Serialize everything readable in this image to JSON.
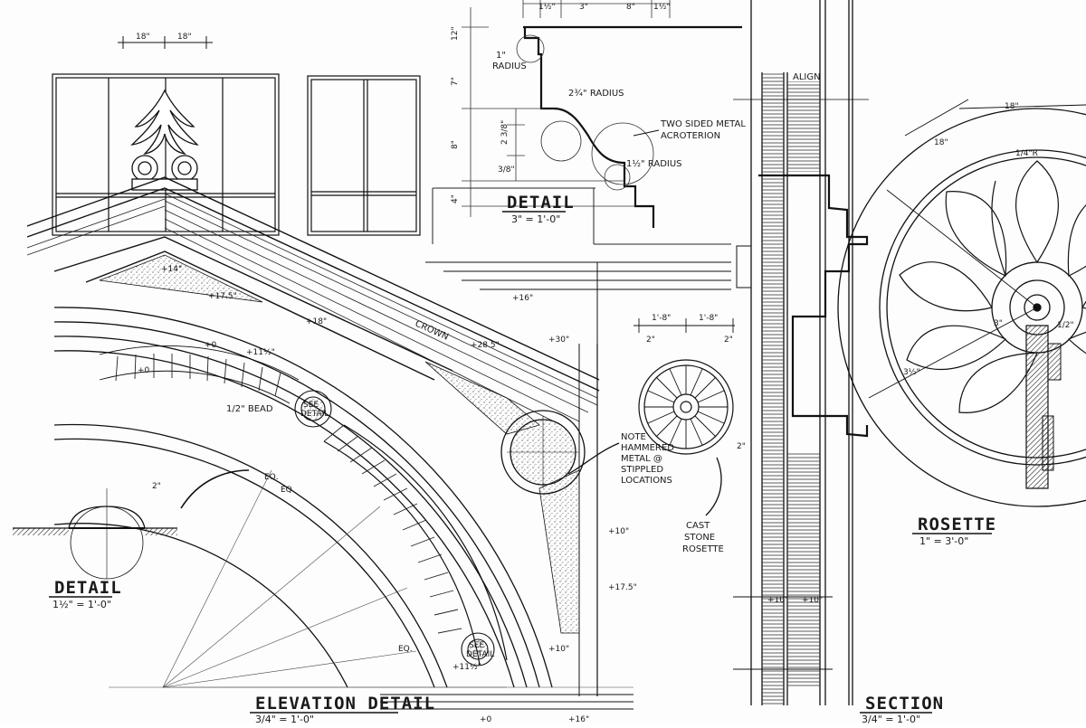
{
  "titles": {
    "detail_top": "DETAIL",
    "detail_top_scale": "3\" = 1'-0\"",
    "detail_left": "DETAIL",
    "detail_left_scale": "1½\" = 1'-0\"",
    "elevation": "ELEVATION DETAIL",
    "elevation_scale": "3/4\" = 1'-0\"",
    "section": "SECTION",
    "section_scale": "3/4\" = 1'-0\"",
    "rosette": "ROSETTE",
    "rosette_scale": "1\" = 3'-0\""
  },
  "notes": {
    "acroterion_1": "TWO SIDED METAL",
    "acroterion_2": "ACROTERION",
    "radius_top": "2¾\" RADIUS",
    "radius_bottom": "1½\" RADIUS",
    "radius_small_1": "1\"",
    "radius_small_2": "RADIUS",
    "hammered_1": "NOTE",
    "hammered_2": "HAMMERED",
    "hammered_3": "METAL @",
    "hammered_4": "STIPPLED",
    "hammered_5": "LOCATIONS",
    "cast_1": "CAST",
    "cast_2": "STONE",
    "cast_3": "ROSETTE",
    "crown": "CROWN",
    "align": "ALIGN",
    "bead": "1/2\" BEAD",
    "see_detail_1": "SEE",
    "see_detail_2": "DETAIL",
    "eq": "EQ."
  },
  "dimensions": {
    "d_18a": "18\"",
    "d_18b": "18\"",
    "d_1_5a": "1½\"",
    "d_3": "3\"",
    "d_8": "8\"",
    "d_1_5b": "1½\"",
    "d_12": "12\"",
    "d_7": "7\"",
    "d_8v": "8\"",
    "d_4": "4\"",
    "d_1_5c": "1½\"",
    "d_2_3_8": "2 3/8\"",
    "d_3_8": "3/8\"",
    "d_1_8": "1'-8\"",
    "d_1_8b": "1'-8\"",
    "d_16": "+16\"",
    "d_30": "+30\"",
    "d_28_5": "+28.5\"",
    "d_17_5a": "+17.5\"",
    "d_14": "+14\"",
    "d_11_5": "+11½\"",
    "d_0a": "+0",
    "d_0b": "+0",
    "d_0c": "+0",
    "d_18d": "+18\"",
    "d_17_5b": "+17.5\"",
    "d_10": "+10\"",
    "d_16b": "+16\"",
    "d_11_5b": "+11½\"",
    "d_2a": "2\"",
    "d_2b": "2\"",
    "d_1_8r": "18\"",
    "d_1_4r": "1/4\"R",
    "d_1_5r": "1/2\"",
    "d_3r": "3\"",
    "d_3_5": "3½\""
  }
}
